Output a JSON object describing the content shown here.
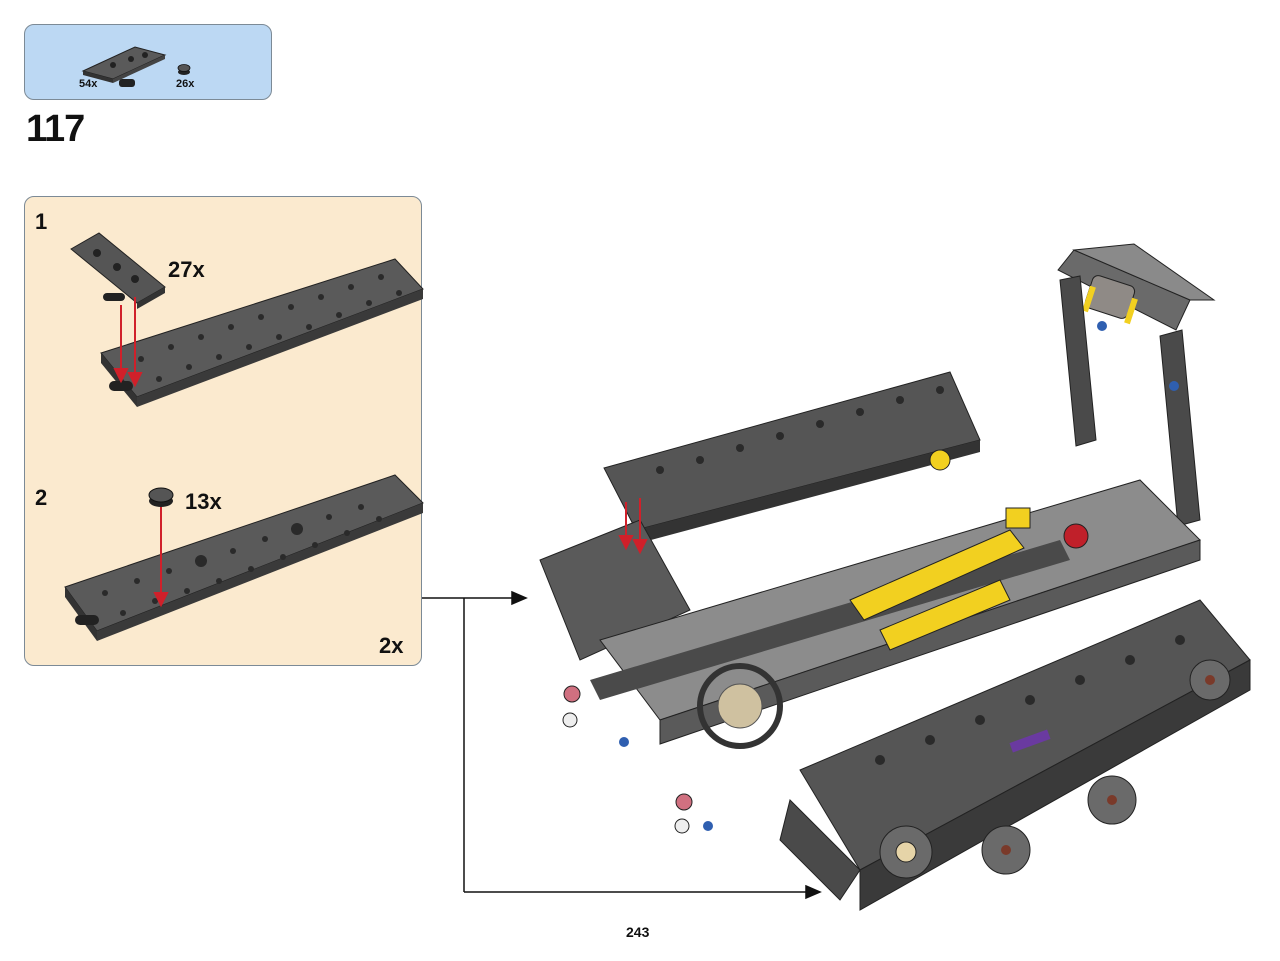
{
  "parts_list": [
    {
      "icon": "track-link-icon",
      "count": "54x"
    },
    {
      "icon": "round-tile-icon",
      "count": "26x"
    }
  ],
  "step": {
    "number": "117"
  },
  "sub_steps": [
    {
      "number": "1",
      "quantity": "27x"
    },
    {
      "number": "2",
      "quantity": "13x"
    }
  ],
  "sub_assembly_multiplier": "2x",
  "page": {
    "number": "243"
  },
  "colors": {
    "parts_box": "#bcd8f3",
    "sub_panel": "#fbeacf",
    "arrow": "#d0202a",
    "track": "#4a4a4a",
    "accent_yellow": "#f2d020"
  }
}
